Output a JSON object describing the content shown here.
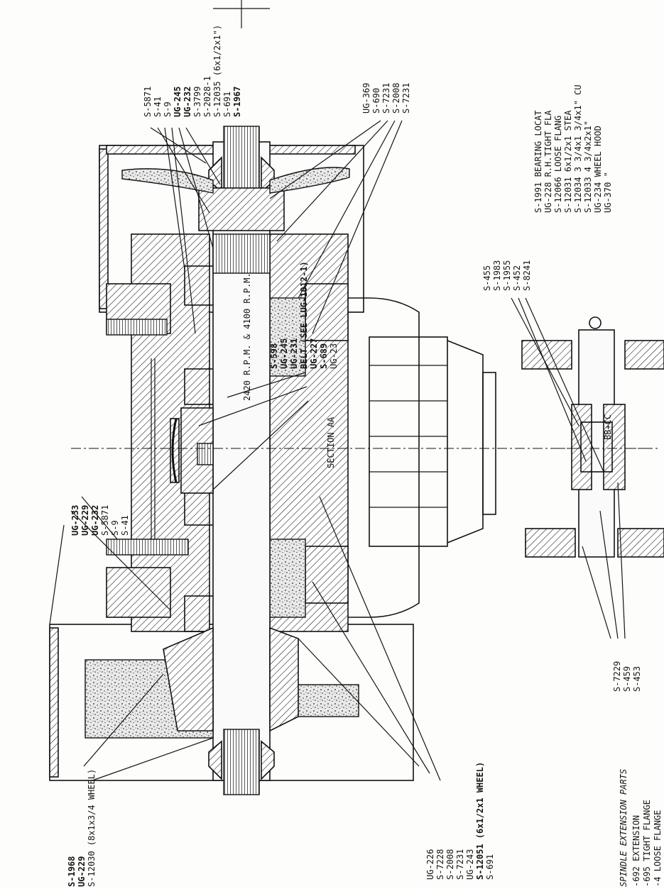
{
  "drawing": {
    "section_aa": "SECTION AA",
    "section_bbcc": "BB+CC",
    "speed_note": "2420 R.P.M. & 4100 R.P.M.",
    "belt_note": "BELT (SEE LUG-1012-1)"
  },
  "callouts": {
    "top_right": [
      "S-5871",
      "S-41",
      "S-9",
      "UG-245",
      "UG-232",
      "S-3799",
      "S-2028-1",
      "S-12035 (6x1/2x1\")",
      "S-691",
      "S-1967"
    ],
    "right_upper": [
      "UG-369",
      "S-690",
      "S-7231",
      "S-2008",
      "S-7231"
    ],
    "center_upper": [
      "S-598",
      "UG-245",
      "UG-231",
      "BELT (SEE LUG-1012-1)",
      "UG-227",
      "S-689",
      "UG-23"
    ],
    "center_left": [
      "UG-233",
      "UG-229",
      "UG-232",
      "S-5871",
      "S-9",
      "S-41"
    ],
    "bottom_left": [
      "S-1968",
      "UG-229",
      "S-12030 (8x1x3/4 WHEEL)"
    ],
    "bottom_center": [
      "UG-226",
      "S-7228",
      "S-2008",
      "S-7231",
      "UG-243",
      "S-12051 (6x1/2x1 WHEEL)",
      "S-691"
    ],
    "lower_mid": [
      "S-455",
      "S-1983",
      "S-1955",
      "S-452",
      "S-8241"
    ],
    "lower_right": [
      "S-7229",
      "S-459",
      "S-453"
    ]
  },
  "parts_list_right": [
    "S-1991  BEARING LOCAT",
    "UG-228  R.H.TIGHT FLA",
    "S-12066  LOOSE FLANG",
    "S-12031  6x1/2x1  STEA",
    "S-12034  3 3/4x1 3/4x1\"  CU",
    "S-12033  4 3/4x2x1\"",
    "UG-234  WHEEL HOOD",
    "UG-370  \""
  ],
  "parts_list_bottom": {
    "heading": "SPINDLE EXTENSION PARTS",
    "rows": [
      "-692  EXTENSION",
      "-695  TIGHT FLANGE",
      "-4  LOOSE FLANGE"
    ]
  }
}
